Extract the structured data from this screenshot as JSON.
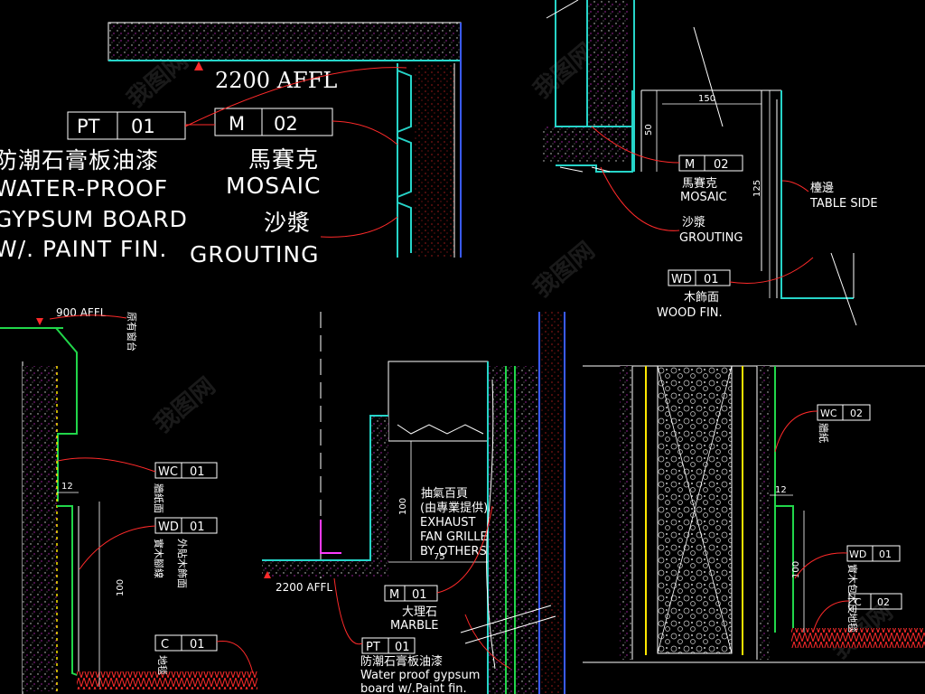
{
  "tags": {
    "pt01_top": {
      "code": "PT",
      "num": "01"
    },
    "m02_top": {
      "code": "M",
      "num": "02"
    },
    "m02_right": {
      "code": "M",
      "num": "02"
    },
    "wd01_right": {
      "code": "WD",
      "num": "01"
    },
    "wc01_left": {
      "code": "WC",
      "num": "01"
    },
    "wd01_left": {
      "code": "WD",
      "num": "01"
    },
    "c01_left": {
      "code": "C",
      "num": "01"
    },
    "m01_mid": {
      "code": "M",
      "num": "01"
    },
    "pt01_mid": {
      "code": "PT",
      "num": "01"
    },
    "wc02_right": {
      "code": "WC",
      "num": "02"
    },
    "wd01_br": {
      "code": "WD",
      "num": "01"
    },
    "c02_br": {
      "code": "C",
      "num": "02"
    }
  },
  "labels": {
    "affl_2200_top": "2200 AFFL",
    "pt01_zh": "防潮石膏板油漆",
    "pt01_en1": "WATER-PROOF",
    "pt01_en2": "GYPSUM BOARD",
    "pt01_en3": "W/. PAINT FIN.",
    "m02_zh": "馬賽克",
    "m02_en": "MOSAIC",
    "grout_zh": "沙漿",
    "grout_en": "GROUTING",
    "r_m02_zh": "馬賽克",
    "r_m02_en": "MOSAIC",
    "r_grout_zh": "沙漿",
    "r_grout_en": "GROUTING",
    "table_zh": "檯邊",
    "table_en": "TABLE SIDE",
    "r_wd_zh": "木飾面",
    "r_wd_en": "WOOD FIN.",
    "affl_900": "900 AFFL",
    "window_sill": "原有窗台",
    "wc01_zh": "牆紙面",
    "wd01_left_zh1": "實木腳線",
    "wd01_left_zh2": "外貼木飾面",
    "c01_zh": "地毯",
    "grille_zh1": "抽氣百頁",
    "grille_zh2": "(由專業提供)",
    "grille_en1": "EXHAUST",
    "grille_en2": "FAN GRILLE",
    "grille_en3": "BY OTHERS",
    "affl_2200_mid": "2200 AFFL",
    "marble_zh": "大理石",
    "marble_en": "MARBLE",
    "mid_pt_zh": "防潮石膏板油漆",
    "mid_pt_en1": "Water proof gypsum",
    "mid_pt_en2": "board w/.Paint fin.",
    "wc02_zh": "牆紙",
    "wd01_br_zh": "實木包木皮",
    "c02_zh": "地毯"
  },
  "dimensions": {
    "d150": "150",
    "d50": "50",
    "d125": "125",
    "d12_left": "12",
    "d100_left": "100",
    "d100_mid": "100",
    "d75": "75",
    "d12_right": "12",
    "d100_right": "100"
  },
  "colors": {
    "background": "#000000",
    "linework": "#ffffff",
    "leader": "#ff2a2a",
    "finish_line": "#26d4c8",
    "green": "#21d64a",
    "hatch": "#ff3bff",
    "blue": "#3a5bff",
    "yellow": "#ffe600"
  }
}
